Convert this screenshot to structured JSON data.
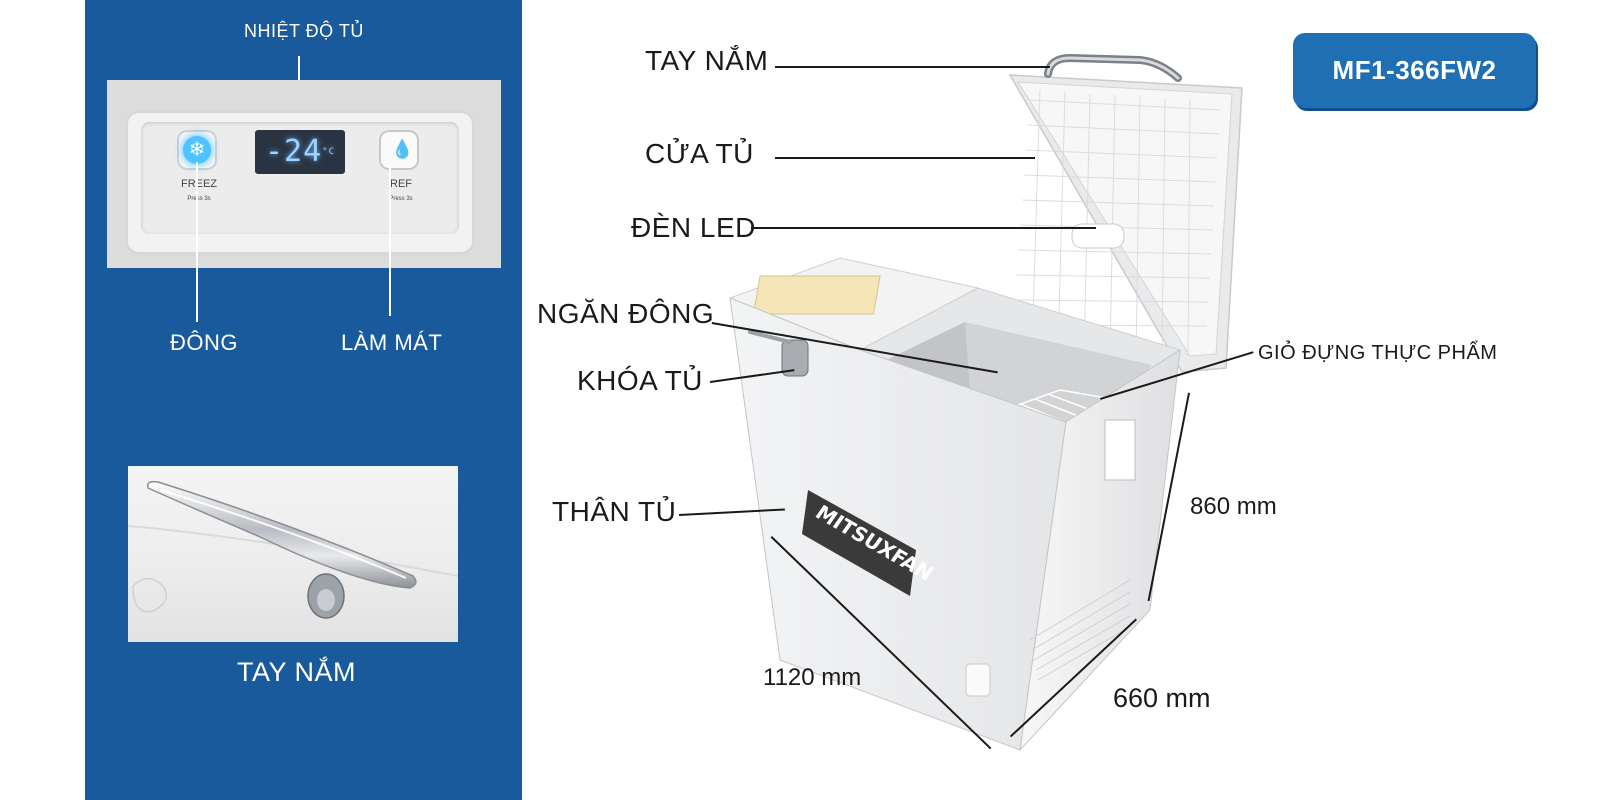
{
  "model": "MF1-366FW2",
  "colors": {
    "panel_blue": "#185a9c",
    "badge_blue": "#1f6fb5",
    "text": "#1a1a1a",
    "display_glow": "#9fd3ff"
  },
  "left_panel": {
    "temperature_label": "NHIỆT ĐỘ TỦ",
    "freeze_label": "ĐÔNG",
    "cool_label": "LÀM MÁT",
    "handle_label": "TAY NẮM",
    "control_panel": {
      "display": "-24",
      "display_unit": "°C",
      "freeze_button": "FREEZ",
      "freeze_hint": "Press 3s",
      "ref_button": "REF",
      "ref_hint": "Press 3s"
    }
  },
  "callouts": {
    "handle": "TAY NẮM",
    "door": "CỬA TỦ",
    "led": "ĐÈN LED",
    "freezer_compartment": "NGĂN ĐÔNG",
    "lock": "KHÓA TỦ",
    "body": "THÂN TỦ",
    "basket": "GIỎ ĐỰNG THỰC PHẨM"
  },
  "dimensions": {
    "height": "860 mm",
    "width": "1120 mm",
    "depth": "660 mm"
  },
  "brand": "MITSUXFAN"
}
